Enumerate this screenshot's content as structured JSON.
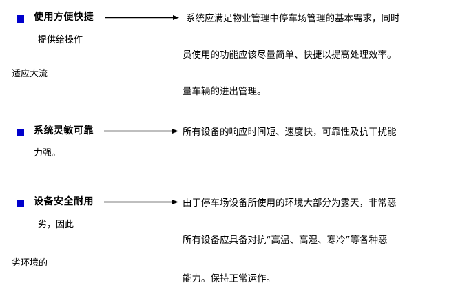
{
  "colors": {
    "bullet": "#0000CC",
    "text": "#000000",
    "background": "#ffffff",
    "arrow": "#000000"
  },
  "icons": {
    "bullet": "filled-square-bullet",
    "arrow": "right-arrow"
  },
  "sections": [
    {
      "heading": "使用方便快捷",
      "left_lines": [
        "提供给操作",
        "适应大流"
      ],
      "body_lines": [
        "系统应满足物业管理中停车场管理的基本需求，同时",
        "员使用的功能应该尽量简单、快捷以提高处理效率。",
        "量车辆的进出管理。"
      ]
    },
    {
      "heading": "系统灵敏可靠",
      "left_lines": [
        "力强。"
      ],
      "body_lines": [
        "所有设备的响应时间短、速度快，可靠性及抗干扰能"
      ]
    },
    {
      "heading": "设备安全耐用",
      "left_lines": [
        "劣，因此",
        "劣环境的"
      ],
      "body_lines": [
        "由于停车场设备所使用的环境大部分为露天，非常恶",
        "所有设备应具备对抗“高温、高湿、寒冷”等各种恶",
        "能力。保持正常运作。"
      ]
    }
  ]
}
